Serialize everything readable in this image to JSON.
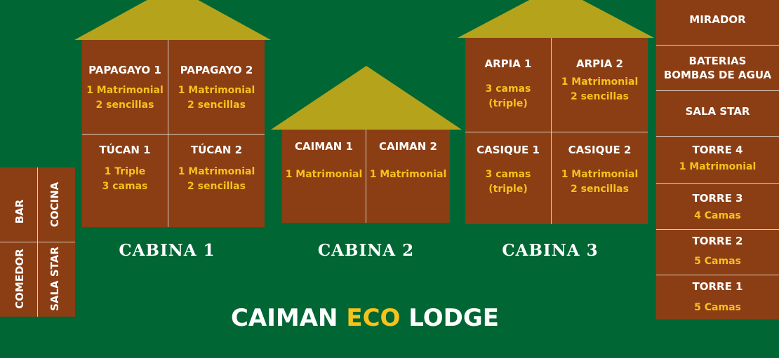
{
  "title": {
    "part1": "CAIMAN",
    "part2": "ECO",
    "part3": "LODGE"
  },
  "colors": {
    "background": "#006633",
    "building": "#8B3E14",
    "roof": "#B5A31B",
    "room_name": "#FFFFFF",
    "room_detail": "#F6C21C"
  },
  "left_building": {
    "top_left": "BAR",
    "top_right": "COCINA",
    "bottom_left": "COMEDOR",
    "bottom_right": "SALA STAR"
  },
  "cabina1": {
    "label": "CABINA 1",
    "rooms": [
      {
        "name": "PAPAGAYO 1",
        "desc": "1 Matrimonial\n2 sencillas"
      },
      {
        "name": "PAPAGAYO 2",
        "desc": "1 Matrimonial\n2 sencillas"
      },
      {
        "name": "TÚCAN 1",
        "desc": "1 Triple\n3 camas"
      },
      {
        "name": "TÚCAN 2",
        "desc": "1 Matrimonial\n2 sencillas"
      }
    ]
  },
  "cabina2": {
    "label": "CABINA 2",
    "rooms": [
      {
        "name": "CAIMAN 1",
        "desc": "1 Matrimonial"
      },
      {
        "name": "CAIMAN 2",
        "desc": "1 Matrimonial"
      }
    ]
  },
  "cabina3": {
    "label": "CABINA 3",
    "rooms": [
      {
        "name": "ARPIA 1",
        "desc": "3 camas\n(triple)"
      },
      {
        "name": "ARPIA 2",
        "desc": "1 Matrimonial\n2 sencillas"
      },
      {
        "name": "CASIQUE 1",
        "desc": "3 camas\n(triple)"
      },
      {
        "name": "CASIQUE 2",
        "desc": "1 Matrimonial\n2 sencillas"
      }
    ]
  },
  "tower": [
    {
      "name": "MIRADOR",
      "desc": ""
    },
    {
      "name": "BATERIAS\nBOMBAS DE AGUA",
      "desc": ""
    },
    {
      "name": "SALA STAR",
      "desc": ""
    },
    {
      "name": "TORRE 4",
      "desc": "1 Matrimonial"
    },
    {
      "name": "TORRE 3",
      "desc": "4 Camas"
    },
    {
      "name": "TORRE 2",
      "desc": "5 Camas"
    },
    {
      "name": "TORRE 1",
      "desc": "5 Camas"
    }
  ]
}
